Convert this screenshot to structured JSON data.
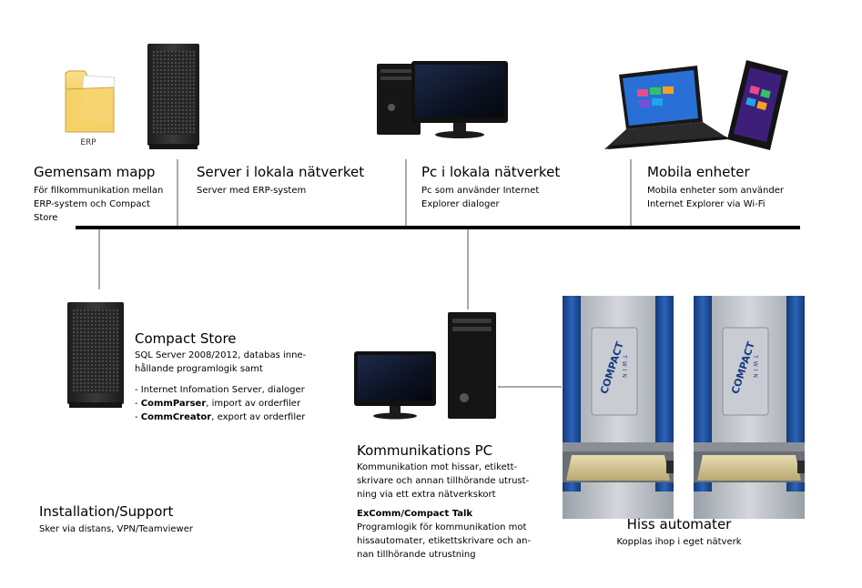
{
  "folder": {
    "caption": "ERP"
  },
  "nodes": {
    "gemensam_mapp": {
      "title": "Gemensam mapp",
      "desc": [
        "För filkommunikation mellan",
        "ERP-system och Compact",
        "Store"
      ]
    },
    "server_lokal": {
      "title": "Server i lokala nätverket",
      "desc": [
        "Server med ERP-system"
      ]
    },
    "pc_lokal": {
      "title": "Pc i lokala nätverket",
      "desc": [
        "Pc som använder Internet",
        "Explorer dialoger"
      ]
    },
    "mobila": {
      "title": "Mobila enheter",
      "desc": [
        "Mobila enheter som använder",
        "Internet Explorer via Wi-Fi"
      ]
    },
    "compact_store": {
      "title": "Compact Store",
      "desc": [
        "SQL Server 2008/2012, databas inne-",
        "hållande programlogik samt"
      ],
      "bullets": [
        {
          "prefix": "- ",
          "bold": "",
          "text": "Internet Infomation Server, dialoger"
        },
        {
          "prefix": "- ",
          "bold": "CommParser",
          "text": ", import av orderfiler"
        },
        {
          "prefix": "- ",
          "bold": "CommCreator",
          "text": ", export av orderfiler"
        }
      ]
    },
    "installation": {
      "title": "Installation/Support",
      "desc": [
        "Sker via distans, VPN/Teamviewer"
      ]
    },
    "kommunikations_pc": {
      "title": "Kommunikations PC",
      "desc": [
        "Kommunikation mot hissar, etikett-",
        "skrivare och annan tillhörande utrust-",
        "ning via ett extra nätverkskort"
      ],
      "subtitle": "ExComm/Compact Talk",
      "desc2": [
        "Programlogik för kommunikation mot",
        "hissautomater, etikettskrivare och an-",
        "nan tillhörande utrustning"
      ]
    },
    "hiss": {
      "title": "Hiss automater",
      "desc": [
        "Kopplas ihop i eget nätverk"
      ]
    }
  },
  "lift_brand": "COMPACT",
  "lift_model": "TWIN",
  "colors": {
    "bus": "#000000",
    "drop_line": "#555555",
    "server_body": "#2b2b2b",
    "lift_blue": "#1f4f9a",
    "lift_grey": "#b8bcc4",
    "folder": "#f3c84b"
  }
}
